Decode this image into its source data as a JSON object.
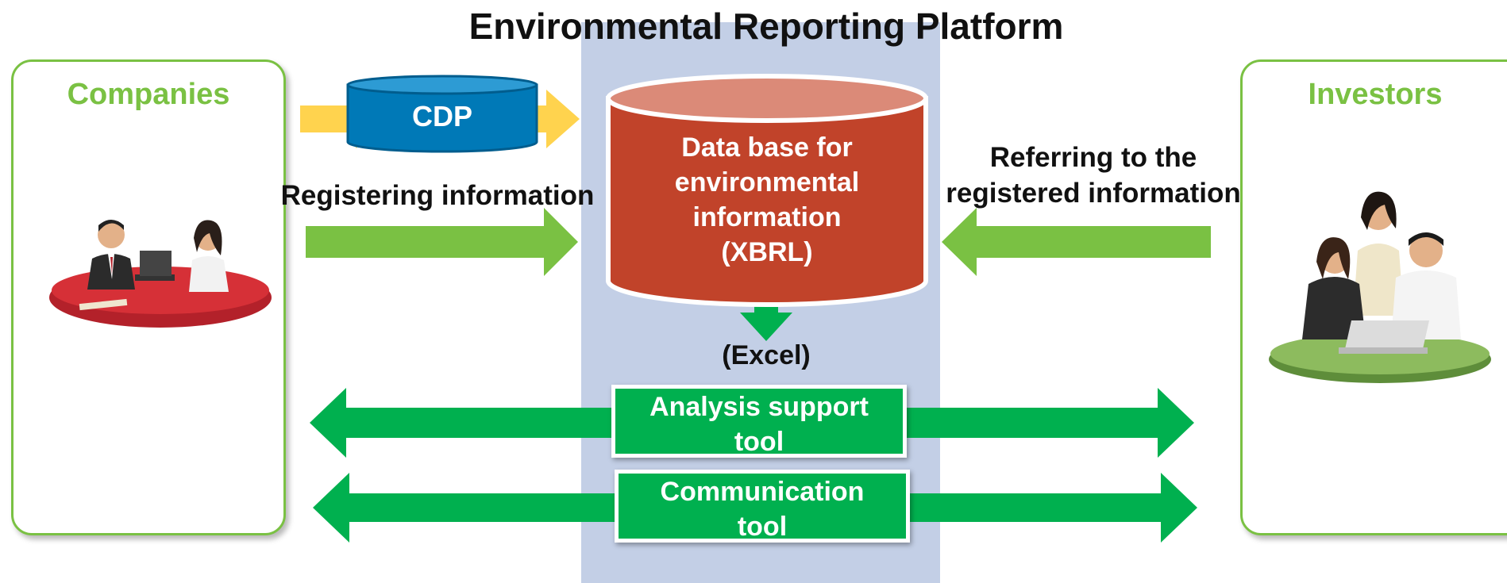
{
  "title": "Environmental Reporting Platform",
  "companies": {
    "label": "Companies"
  },
  "investors": {
    "label": "Investors"
  },
  "cdp": {
    "label": "CDP"
  },
  "database": {
    "lines": [
      "Data base for",
      "environmental",
      "information",
      "(XBRL)"
    ]
  },
  "registering": {
    "label": "Registering information"
  },
  "referring": {
    "lines": [
      "Referring to the",
      "registered information"
    ]
  },
  "excel": {
    "label": "(Excel)"
  },
  "tools": {
    "analysis": {
      "lines": [
        "Analysis support",
        "tool"
      ]
    },
    "communication": {
      "lines": [
        "Communication",
        "tool"
      ]
    }
  },
  "colors": {
    "accent_green": "#7ac143",
    "arrow_green": "#00b04f",
    "cdp_arrow_yellow": "#ffd34e",
    "database_red": "#c1432a",
    "cdp_blue": "#0079b7",
    "platform_band": "#c3cfe6"
  }
}
